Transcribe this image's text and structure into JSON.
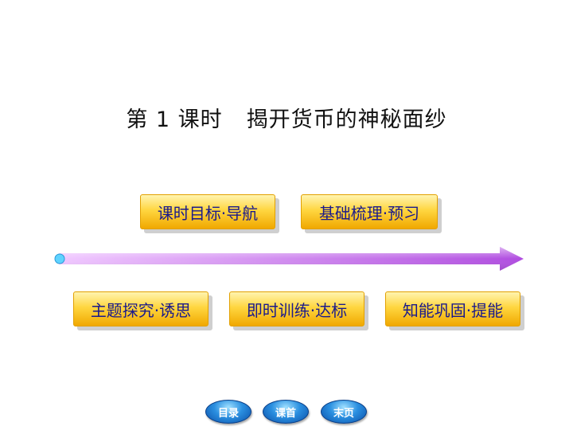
{
  "title": {
    "lesson": "第 1 课时",
    "topic": "揭开货币的神秘面纱"
  },
  "buttons": [
    {
      "label": "课时目标·导航"
    },
    {
      "label": "基础梳理·预习"
    },
    {
      "label": "主题探究·诱思"
    },
    {
      "label": "即时训练·达标"
    },
    {
      "label": "知能巩固·提能"
    }
  ],
  "nav": {
    "toc": "目录",
    "first": "课首",
    "last": "末页"
  },
  "colors": {
    "button_gradient_top": "#fff4b0",
    "button_gradient_bottom": "#f0a800",
    "button_text": "#1a1a8c",
    "arrow_start": "#f0c8ff",
    "arrow_end": "#b04ce0",
    "nav_button": "#2a8fe0"
  }
}
